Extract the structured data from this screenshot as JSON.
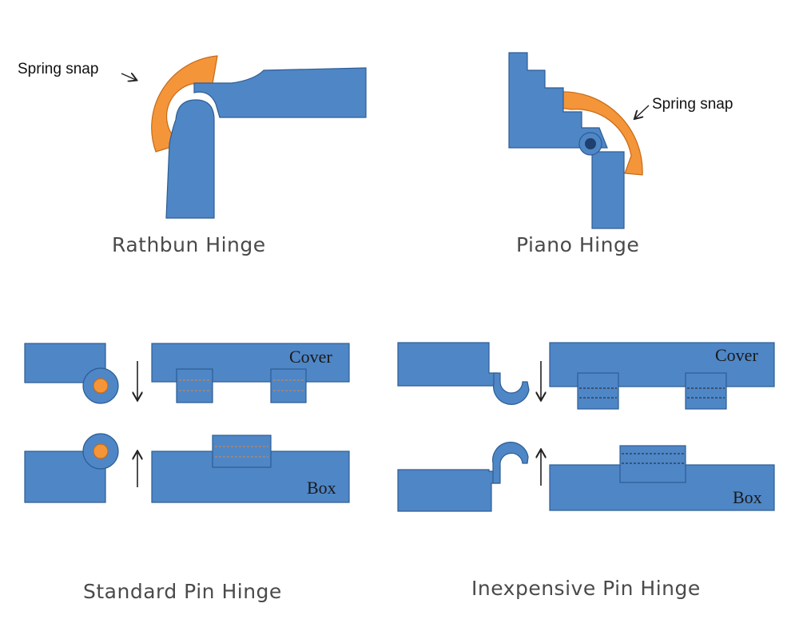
{
  "colors": {
    "blue": "#4f86c6",
    "blue_stroke": "#2d5d94",
    "orange": "#f4953a",
    "orange_stroke": "#c66a14",
    "dark_dot": "#1f3f6e",
    "text": "#4a4a4a"
  },
  "rathbun": {
    "caption": "Rathbun Hinge",
    "annotation": "Spring snap"
  },
  "piano": {
    "caption": "Piano Hinge",
    "annotation": "Spring snap"
  },
  "standard": {
    "caption": "Standard Pin Hinge",
    "cover_label": "Cover",
    "box_label": "Box"
  },
  "inexpensive": {
    "caption": "Inexpensive Pin Hinge",
    "cover_label": "Cover",
    "box_label": "Box"
  }
}
